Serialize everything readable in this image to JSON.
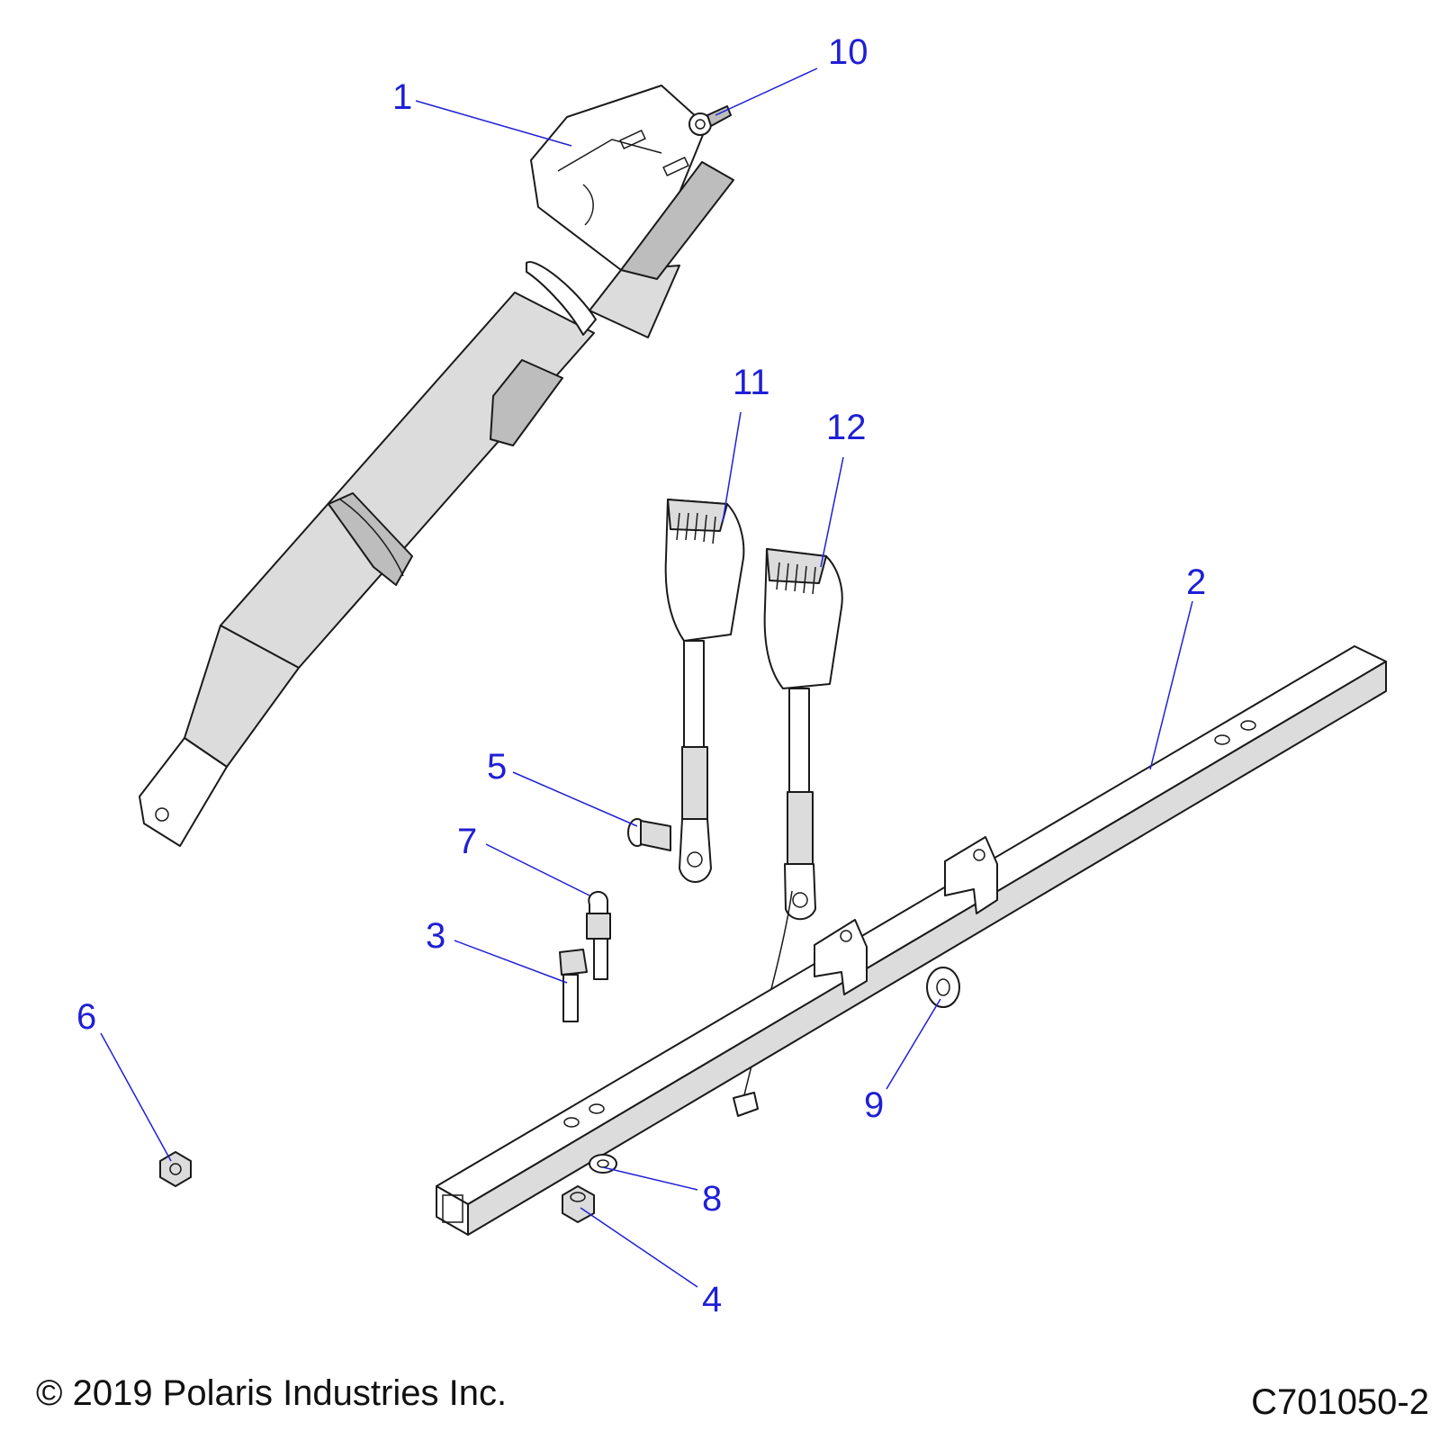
{
  "callouts": [
    {
      "id": "c1",
      "label": "1"
    },
    {
      "id": "c2",
      "label": "2"
    },
    {
      "id": "c3",
      "label": "3"
    },
    {
      "id": "c4",
      "label": "4"
    },
    {
      "id": "c5",
      "label": "5"
    },
    {
      "id": "c6",
      "label": "6"
    },
    {
      "id": "c7",
      "label": "7"
    },
    {
      "id": "c8",
      "label": "8"
    },
    {
      "id": "c9",
      "label": "9"
    },
    {
      "id": "c10",
      "label": "10"
    },
    {
      "id": "c11",
      "label": "11"
    },
    {
      "id": "c12",
      "label": "12"
    }
  ],
  "footer": {
    "copyright": "© 2019 Polaris Industries Inc.",
    "drawing_number": "C701050-2"
  },
  "colors": {
    "callout": "#1f1fd6",
    "outline": "#1a1a1a",
    "shade": "#dcdcdc"
  }
}
